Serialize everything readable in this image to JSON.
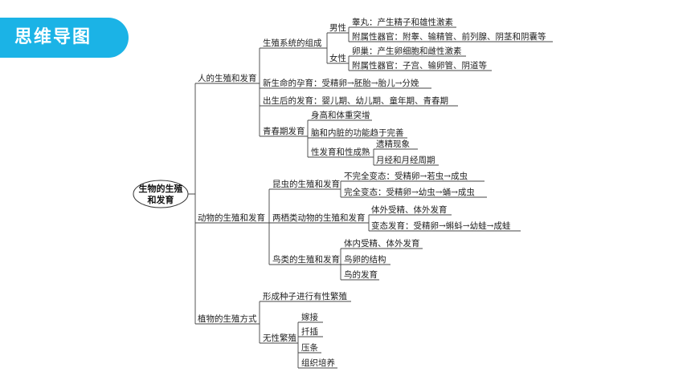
{
  "badge": "思维导图",
  "root": {
    "line1": "生物的生殖",
    "line2": "和发育"
  },
  "human": {
    "label": "人的生殖和发育",
    "system": "生殖系统的组成",
    "male": "男性",
    "male_testis": "睾丸：产生精子和雄性激素",
    "male_acc": "附属性器官：附睾、输精管、前列腺、阴茎和阴囊等",
    "female": "女性",
    "female_ovary": "卵巢：产生卵细胞和雌性激素",
    "female_acc": "附属性器官：子宫、输卵管、阴道等",
    "pregnancy": "新生命的孕育：受精卵→胚胎→胎儿→分娩",
    "after_birth": "出生后的发育：婴儿期、幼儿期、童年期、青春期",
    "puberty": "青春期发育",
    "height": "身高和体重突增",
    "organs": "脑和内脏的功能趋于完善",
    "sex_dev": "性发育和性成熟",
    "emission": "遗精现象",
    "menstruation": "月经和月经周期"
  },
  "animal": {
    "label": "动物的生殖和发育",
    "insect": "昆虫的生殖和发育",
    "incomplete": "不完全变态：受精卵→若虫→成虫",
    "complete": "完全变态：受精卵→幼虫→蛹→成虫",
    "amphibian": "两栖类动物的生殖和发育",
    "amph_fert": "体外受精、体外发育",
    "amph_meta": "变态发育：受精卵→蝌蚪→幼蛙→成蛙",
    "bird": "鸟类的生殖和发育",
    "bird_fert": "体内受精、体外发育",
    "egg": "鸟卵的结构",
    "bird_dev": "鸟的发育"
  },
  "plant": {
    "label": "植物的生殖方式",
    "seed": "形成种子进行有性繁殖",
    "asexual": "无性繁殖",
    "grafting": "嫁接",
    "cutting": "扦插",
    "layering": "压条",
    "tissue": "组织培养"
  }
}
